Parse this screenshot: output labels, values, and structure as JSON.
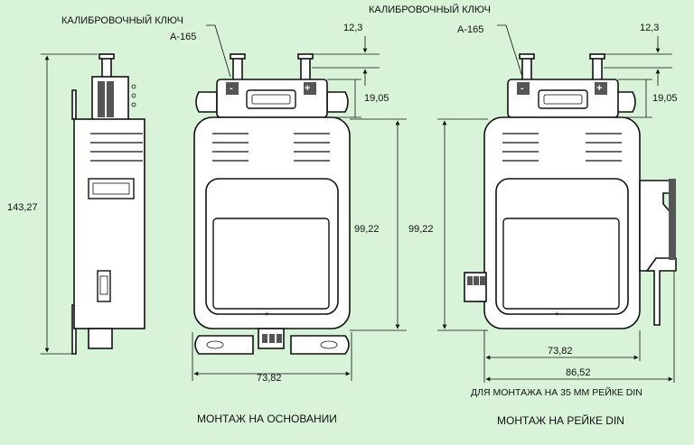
{
  "labels": {
    "calib_key": "КАЛИБРОВОЧНЫЙ КЛЮЧ",
    "calib_model": "A-165",
    "dim_143": "143,27",
    "dim_99": "99,22",
    "dim_12": "12,3",
    "dim_19": "19,05",
    "dim_73": "73,82",
    "dim_86": "86,52",
    "din_note": "ДЛЯ МОНТАЖА НА 35 ММ РЕЙКЕ DIN",
    "caption_base": "МОНТАЖ НА ОСНОВАНИИ",
    "caption_din": "МОНТАЖ НА РЕЙКЕ DIN",
    "minus": "-",
    "plus": "+",
    "small_pm": "- +"
  }
}
